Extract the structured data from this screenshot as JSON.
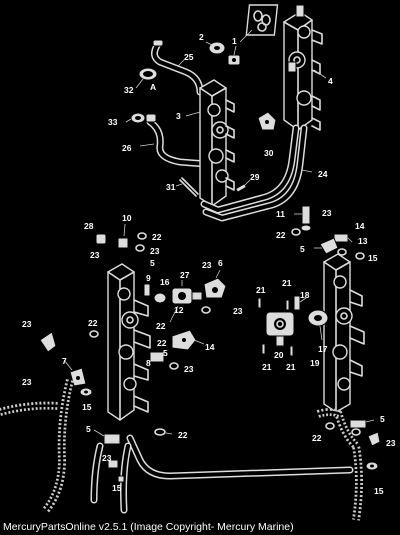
{
  "caption": "MercuryPartsOnline v2.5.1 (Image Copyright- Mercury Marine)",
  "callouts": {
    "c1": "1",
    "c2": "2",
    "c3": "3",
    "c4": "4",
    "c5a": "5",
    "c5b": "5",
    "c5c": "5",
    "c5d": "5",
    "c5e": "5",
    "c6": "6",
    "c7": "7",
    "c8": "8",
    "c9": "9",
    "c10": "10",
    "c11": "11",
    "c12": "12",
    "c13": "13",
    "c14a": "14",
    "c14b": "14",
    "c15a": "15",
    "c15b": "15",
    "c15c": "15",
    "c15d": "15",
    "c16": "16",
    "c17": "17",
    "c18": "18",
    "c19": "19",
    "c20": "20",
    "c21a": "21",
    "c21b": "21",
    "c21c": "21",
    "c21d": "21",
    "c22a": "22",
    "c22b": "22",
    "c22c": "22",
    "c22d": "22",
    "c22e": "22",
    "c22f": "22",
    "c22g": "22",
    "c23a": "23",
    "c23b": "23",
    "c23c": "23",
    "c23d": "23",
    "c23e": "23",
    "c23f": "23",
    "c23g": "23",
    "c23h": "23",
    "c23i": "23",
    "c23j": "23",
    "c24": "24",
    "c25": "25",
    "c26": "26",
    "c27": "27",
    "c28": "28",
    "c29": "29",
    "c30": "30",
    "c31": "31",
    "c32": "32",
    "c33": "33",
    "cA": "A"
  }
}
